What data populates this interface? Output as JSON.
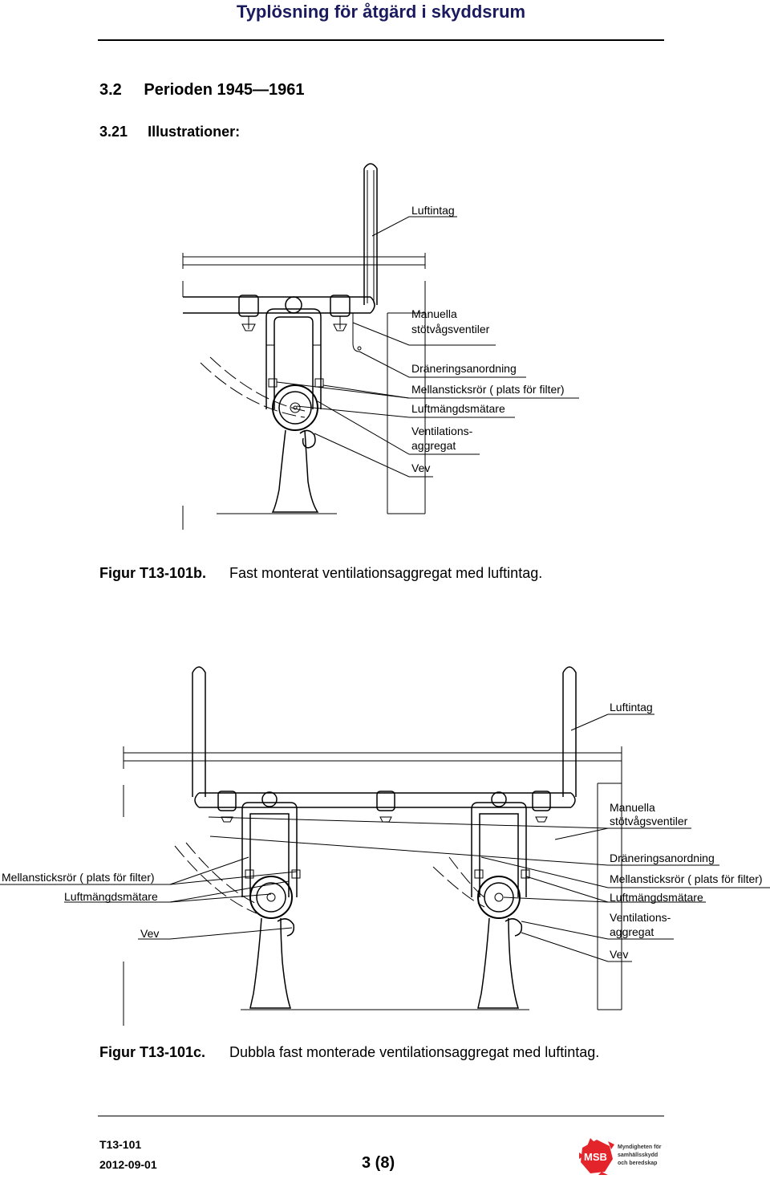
{
  "header": {
    "title": "Typlösning för åtgärd i skyddsrum"
  },
  "section": {
    "number": "3.2",
    "title": "Perioden 1945—1961"
  },
  "subsection": {
    "number": "3.21",
    "title": "Illustrationer:"
  },
  "figure_b": {
    "labels": {
      "luftintag": "Luftintag",
      "manuella_1": "Manuella",
      "manuella_2": "stötvågsventiler",
      "draneringsanordning": "Dräneringsanordning",
      "mellansticksror": "Mellansticksrör   ( plats för filter)",
      "luftmangdsmatare": "Luftmängdsmätare",
      "ventilations_1": "Ventilations-",
      "ventilations_2": "aggregat",
      "vev": "Vev"
    },
    "caption_label": "Figur T13-101b.",
    "caption_text": "Fast monterat ventilationsaggregat med luftintag."
  },
  "figure_c": {
    "labels": {
      "luftintag": "Luftintag",
      "manuella_1": "Manuella",
      "manuella_2": "stötvågsventiler",
      "draneringsanordning": "Dräneringsanordning",
      "mellansticksror_left": "Mellansticksrör   ( plats för filter)",
      "luftmangdsmatare_left": "Luftmängdsmätare",
      "vev_left": "Vev",
      "mellansticksror_right": "Mellansticksrör   ( plats för filter)",
      "luftmangdsmatare_right": "Luftmängdsmätare",
      "ventilations_1": "Ventilations-",
      "ventilations_2": "aggregat",
      "vev_right": "Vev"
    },
    "caption_label": "Figur T13-101c.",
    "caption_text": "Dubbla fast monterade ventilationsaggregat med luftintag."
  },
  "footer": {
    "doc_id": "T13-101",
    "date": "2012-09-01",
    "page": "3 (8)",
    "logo_text": "MSB",
    "logo_tagline_1": "Myndigheten för",
    "logo_tagline_2": "samhällsskydd",
    "logo_tagline_3": "och beredskap",
    "logo_color": "#e3242b"
  }
}
